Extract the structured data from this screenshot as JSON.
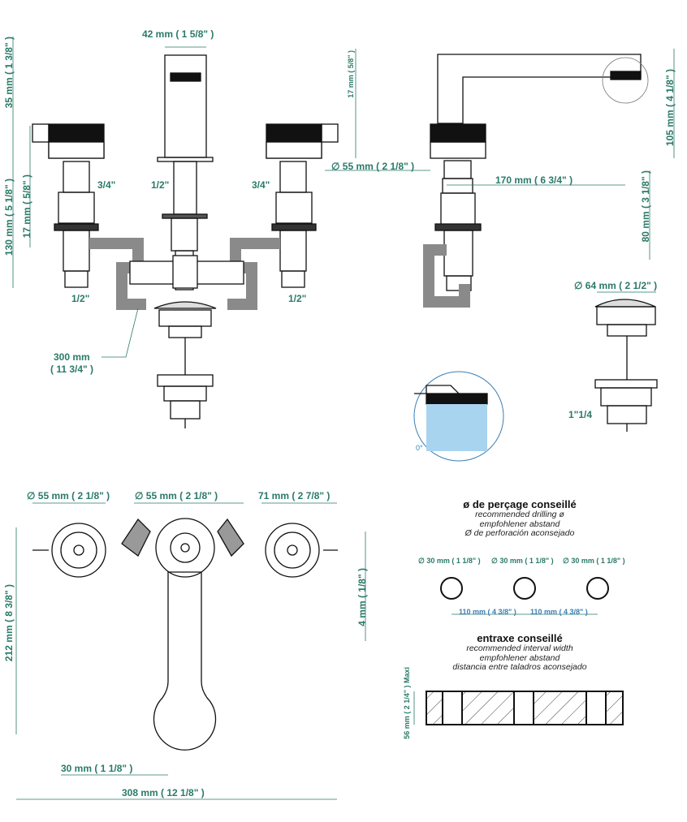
{
  "colors": {
    "dimension": "#2a7a68",
    "line": "#111111",
    "trap": "#8a8a8a",
    "water": "#a9d4ef"
  },
  "front_view": {
    "spout_width": "42 mm ( 1 5/8\" )",
    "handle_height": "35 mm ( 1 3/8\" )",
    "body_height": "130 mm ( 5 1/8\" )",
    "left_offset": "17 mm ( 5/8\" )",
    "right_offset": "17 mm ( 5/8\" )",
    "thread_left": "3/4\"",
    "thread_center": "1/2\"",
    "thread_right": "3/4\"",
    "outlet_left": "1/2\"",
    "outlet_right": "1/2\"",
    "hose_length": "300 mm",
    "hose_length_in": "( 11 3/4\" )"
  },
  "side_view": {
    "handle_diameter": "∅  55 mm ( 2 1/8\" )",
    "reach": "170 mm ( 6 3/4\" )",
    "spout_height": "105 mm ( 4 1/8\" )",
    "under_height": "80 mm ( 3 1/8\" )",
    "waste_diameter": "∅  64 mm ( 2 1/2\" )",
    "waste_thread": "1\"1/4",
    "angle": "0°"
  },
  "top_view": {
    "left_rosette": "∅  55 mm ( 2 1/8\" )",
    "center_rosette": "∅  55 mm ( 2 1/8\" )",
    "handle_spacing": "71 mm ( 2 7/8\" )",
    "depth": "212 mm ( 8 3/8\" )",
    "offset": "4 mm ( 1/8\" )",
    "lever_width": "30 mm ( 1 1/8\" )",
    "total_width": "308 mm ( 12 1/8\" )"
  },
  "drilling": {
    "title": "ø de perçage conseillé",
    "subtitles": [
      "recommended drilling ø",
      "empfohlener abstand",
      "Ø de perforación aconsejado"
    ],
    "holes": [
      "∅ 30 mm ( 1 1/8\" )",
      "∅ 30 mm ( 1 1/8\" )",
      "∅ 30 mm ( 1 1/8\" )"
    ],
    "spacings": [
      "110 mm ( 4 3/8\" )",
      "110 mm ( 4 3/8\" )"
    ]
  },
  "interval": {
    "title": "entraxe conseillé",
    "subtitles": [
      "recommended interval width",
      "empfohlener abstand",
      "distancia entre taladros aconsejado"
    ],
    "max_thickness": "56 mm ( 2 1/4\" ) Maxi"
  }
}
